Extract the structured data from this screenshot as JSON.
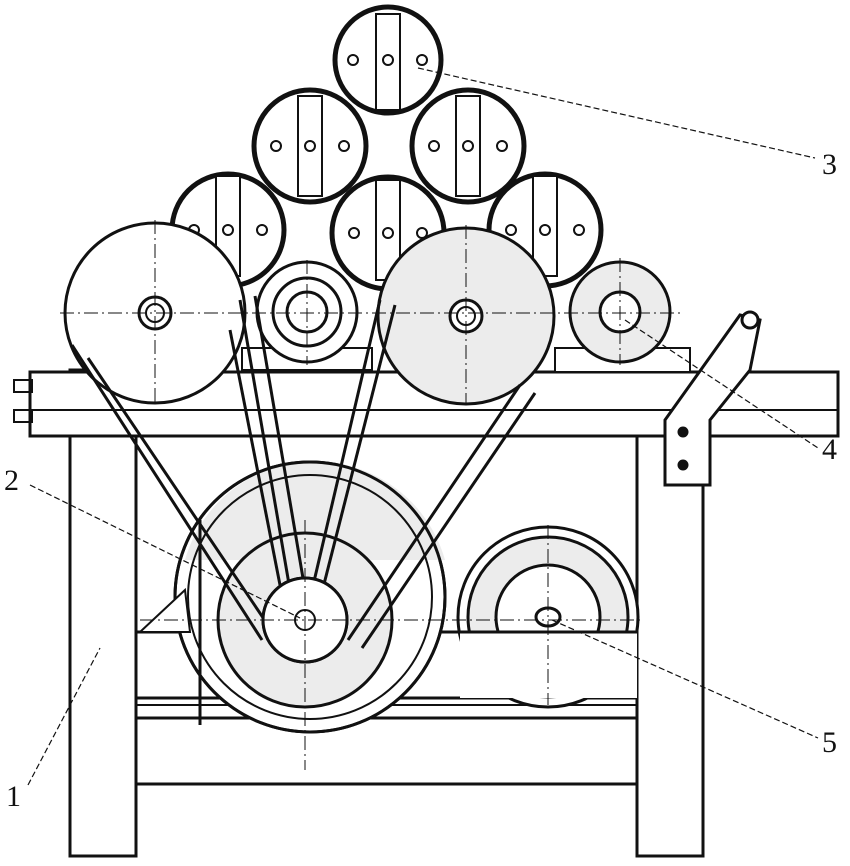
{
  "diagram": {
    "type": "mechanical-drawing",
    "callouts": [
      {
        "id": "c1",
        "label": "1"
      },
      {
        "id": "c2",
        "label": "2"
      },
      {
        "id": "c3",
        "label": "3"
      },
      {
        "id": "c4",
        "label": "4"
      },
      {
        "id": "c5",
        "label": "5"
      }
    ],
    "colors": {
      "line": "#111111",
      "fill_light": "#ececec",
      "background": "#ffffff"
    }
  }
}
